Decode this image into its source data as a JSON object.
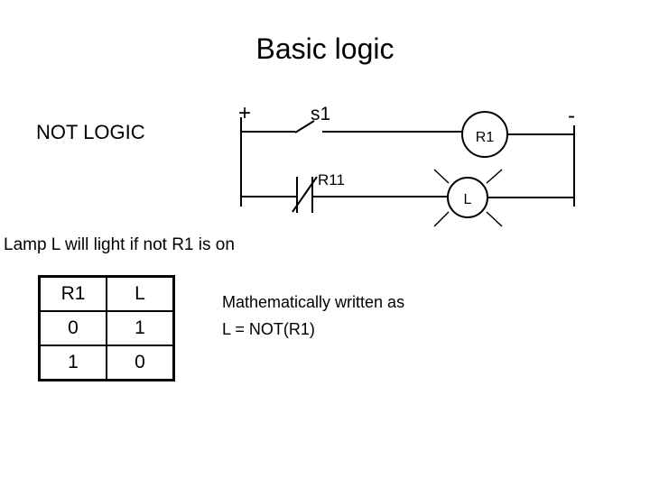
{
  "slide": {
    "title": "Basic logic",
    "background_color": "#ffffff",
    "ink_color": "#000000"
  },
  "section_label": "NOT LOGIC",
  "ladder": {
    "rails": {
      "left_label": "+",
      "right_label": "-"
    },
    "rungs": [
      {
        "contact": {
          "name": "s1",
          "type": "normally-open"
        },
        "output": {
          "name": "R1",
          "type": "relay-coil"
        }
      },
      {
        "contact": {
          "name": "R11",
          "type": "normally-closed"
        },
        "output": {
          "name": "L",
          "type": "lamp"
        }
      }
    ]
  },
  "caption": "Lamp L will light if not R1 is on",
  "truth_table": {
    "headers": [
      "R1",
      "L"
    ],
    "rows": [
      [
        "0",
        "1"
      ],
      [
        "1",
        "0"
      ]
    ]
  },
  "math": {
    "intro": "Mathematically written as",
    "expression": "L = NOT(R1)"
  }
}
